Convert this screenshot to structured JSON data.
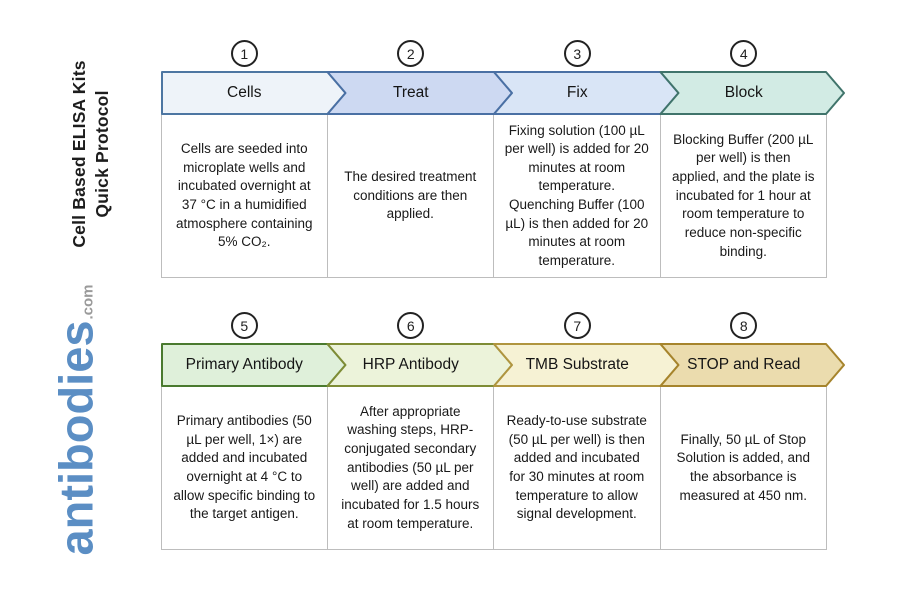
{
  "branding": {
    "logo": "antibodies",
    "logo_suffix": ".com"
  },
  "title": {
    "line1": "Cell Based ELISA Kits",
    "line2": "Quick Protocol"
  },
  "steps": [
    {
      "number": "1",
      "label": "Cells",
      "fill": "#eef3f9",
      "border": "#4d76a2",
      "description": "Cells are seeded into microplate wells and incubated overnight at 37 °C in a humidified atmosphere containing 5% CO₂."
    },
    {
      "number": "2",
      "label": "Treat",
      "fill": "#cdd9f2",
      "border": "#4a70a4",
      "description": "The desired treatment conditions are then applied."
    },
    {
      "number": "3",
      "label": "Fix",
      "fill": "#d9e5f6",
      "border": "#4a70a4",
      "description": "Fixing solution (100 µL per well) is added for 20 minutes at room temperature. Quenching Buffer (100 µL) is then added for 20 minutes at room temperature."
    },
    {
      "number": "4",
      "label": "Block",
      "fill": "#d2ebe4",
      "border": "#40746b",
      "description": "Blocking Buffer (200 µL per well) is then applied, and the plate is incubated for 1 hour at room temperature to reduce non-specific binding."
    },
    {
      "number": "5",
      "label": "Primary Antibody",
      "fill": "#dff0da",
      "border": "#4a7a2f",
      "description": "Primary antibodies (50 µL per well, 1×) are added and incubated overnight at 4 °C to allow specific binding to the target antigen."
    },
    {
      "number": "6",
      "label": "HRP Antibody",
      "fill": "#ecf3da",
      "border": "#7e8c35",
      "description": "After appropriate washing steps, HRP-conjugated secondary antibodies (50 µL per well) are added and incubated for 1.5 hours at room temperature."
    },
    {
      "number": "7",
      "label": "TMB Substrate",
      "fill": "#f6f2d4",
      "border": "#b0953f",
      "description": "Ready-to-use substrate (50 µL per well) is then added and incubated for 30 minutes at room temperature to allow signal development."
    },
    {
      "number": "8",
      "label": "STOP and Read",
      "fill": "#ebdcae",
      "border": "#a6842c",
      "description": "Finally, 50 µL of Stop Solution is added, and the absorbance is measured at 450 nm."
    }
  ]
}
